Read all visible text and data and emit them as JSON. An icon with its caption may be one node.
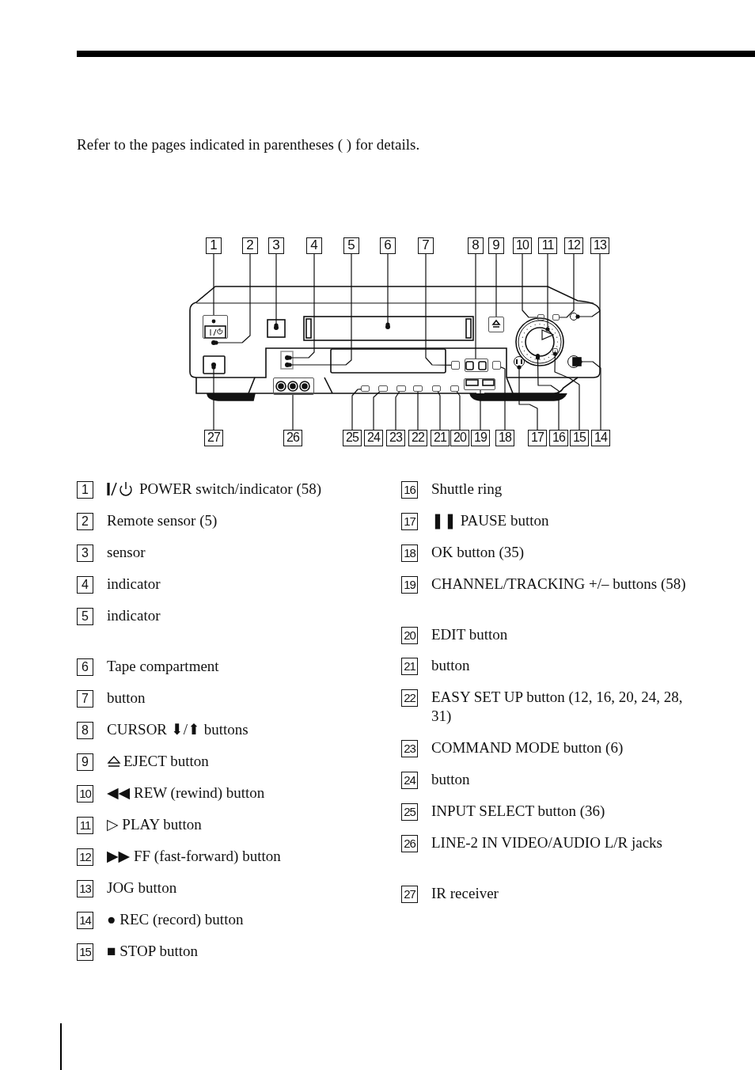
{
  "diagram": {
    "nodes": [
      {
        "text": [
          "1"
        ]
      },
      {
        "text": [
          "2"
        ]
      },
      {
        "text": [
          "3"
        ]
      },
      {
        "text": [
          "4"
        ]
      },
      {
        "text": [
          "5"
        ]
      },
      {
        "text": [
          "6"
        ]
      },
      {
        "text": [
          "7"
        ]
      },
      {
        "text": [
          "8"
        ]
      },
      {
        "text": [
          "9"
        ]
      },
      {
        "text": [
          "10"
        ]
      },
      {
        "text": [
          "11"
        ]
      },
      {
        "text": [
          "12"
        ]
      },
      {
        "text": [
          "13"
        ]
      },
      {
        "text": [
          "14"
        ]
      },
      {
        "text": [
          "15"
        ]
      },
      {
        "text": [
          "16"
        ]
      },
      {
        "text": [
          "17"
        ]
      },
      {
        "text": [
          "18"
        ]
      },
      {
        "text": [
          "19"
        ]
      },
      {
        "text": [
          "20"
        ]
      },
      {
        "text": [
          "21"
        ]
      },
      {
        "text": [
          "22"
        ]
      },
      {
        "text": [
          "23"
        ]
      },
      {
        "text": [
          "24"
        ]
      },
      {
        "text": [
          "25"
        ]
      },
      {
        "text": [
          "26"
        ]
      },
      {
        "text": [
          "27"
        ]
      },
      {
        "text": [],
        "shape": "box"
      },
      {
        "text": [],
        "shape": "circle"
      },
      {
        "text": [],
        "shape": "circle"
      },
      {
        "text": [],
        "shape": "circle"
      },
      {
        "text": [],
        "shape": "circle"
      },
      {
        "text": [],
        "shape": "circle"
      },
      {
        "text": [],
        "shape": "box"
      },
      {
        "text": [],
        "shape": "box"
      },
      {
        "text": [],
        "shape": "box"
      },
      {
        "text": [],
        "shape": "box"
      },
      {
        "text": [],
        "shape": "triangle"
      },
      {
        "text": [],
        "shape": "box"
      },
      {
        "text": [],
        "shape": "circle"
      },
      {
        "text": [],
        "shape": "circle"
      },
      {
        "text": [],
        "shape": "box"
      },
      {
        "text": [],
        "shape": "circle"
      },
      {
        "text": [],
        "shape": "circle"
      },
      {
        "text": [],
        "shape": "box"
      },
      {
        "text": [],
        "shape": "box"
      },
      {
        "text": [],
        "shape": "box"
      },
      {
        "text": [],
        "shape": "box"
      },
      {
        "text": [],
        "shape": "box"
      },
      {
        "text": [],
        "shape": "box"
      },
      {
        "text": [],
        "shape": "box"
      },
      {
        "text": [],
        "shape": "box"
      },
      {
        "text": [],
        "shape": "box"
      },
      {
        "text": [],
        "shape": "circle"
      }
    ],
    "edges": [
      {
        "from": 0,
        "to": 27,
        "arrow": "none"
      },
      {
        "from": 1,
        "to": 28,
        "arrow": "other"
      },
      {
        "from": 2,
        "to": 29,
        "arrow": "other"
      },
      {
        "from": 3,
        "to": 30,
        "arrow": "other"
      },
      {
        "from": 4,
        "to": 31,
        "arrow": "other"
      },
      {
        "from": 5,
        "to": 32,
        "arrow": "other"
      },
      {
        "from": 6,
        "to": 33,
        "arrow": "none"
      },
      {
        "from": 7,
        "to": 34,
        "arrow": "none"
      },
      {
        "from": 8,
        "to": 35,
        "arrow": "none"
      },
      {
        "from": 9,
        "to": 36,
        "arrow": "none"
      },
      {
        "from": 10,
        "to": 37,
        "arrow": "other"
      },
      {
        "from": 11,
        "to": 38,
        "arrow": "none"
      },
      {
        "from": 12,
        "to": 39,
        "arrow": "other"
      },
      {
        "from": 13,
        "to": 40,
        "arrow": "other"
      },
      {
        "from": 14,
        "to": 41,
        "arrow": "other"
      },
      {
        "from": 15,
        "to": 42,
        "arrow": "other"
      },
      {
        "from": 16,
        "to": 43,
        "arrow": "other"
      },
      {
        "from": 17,
        "to": 44,
        "arrow": "none"
      },
      {
        "from": 18,
        "to": 45,
        "arrow": "none"
      },
      {
        "from": 19,
        "to": 46,
        "arrow": "none"
      },
      {
        "from": 20,
        "to": 47,
        "arrow": "none"
      },
      {
        "from": 21,
        "to": 48,
        "arrow": "none"
      },
      {
        "from": 22,
        "to": 49,
        "arrow": "none"
      },
      {
        "from": 23,
        "to": 50,
        "arrow": "none"
      },
      {
        "from": 24,
        "to": 51,
        "arrow": "none"
      },
      {
        "from": 25,
        "to": 52,
        "arrow": "none"
      },
      {
        "from": 26,
        "to": 53,
        "arrow": "other"
      }
    ],
    "labels": [
      "Refer to the pages indicated in parentheses (   ) for details.",
      "1",
      "POWER switch/indicator (58)",
      "2",
      "Remote sensor (5)",
      "3",
      "sensor",
      "4",
      "indicator",
      "5",
      "indicator",
      "6",
      "Tape compartment",
      "7",
      "button",
      "8",
      "CURSOR ⬇/⬆ buttons",
      "9",
      "EJECT button",
      "10",
      "◀◀ REW (rewind) button",
      "11",
      "▷ PLAY button",
      "12",
      "▶▶ FF (fast-forward) button",
      "13",
      "JOG button",
      "14",
      "● REC (record) button",
      "15",
      "■ STOP button",
      "16",
      "Shuttle ring",
      "17",
      "❚❚ PAUSE button",
      "18",
      "OK button (35)",
      "19",
      "CHANNEL/TRACKING +/– buttons (58)",
      "20",
      "EDIT button",
      "21",
      "button",
      "22",
      "EASY SET UP button (12, 16, 20, 24, 28, 31)",
      "23",
      "COMMAND MODE button (6)",
      "24",
      "button",
      "25",
      "INPUT SELECT button (36)",
      "26",
      "LINE-2 IN VIDEO/AUDIO L/R jacks",
      "27",
      "IR receiver"
    ]
  }
}
